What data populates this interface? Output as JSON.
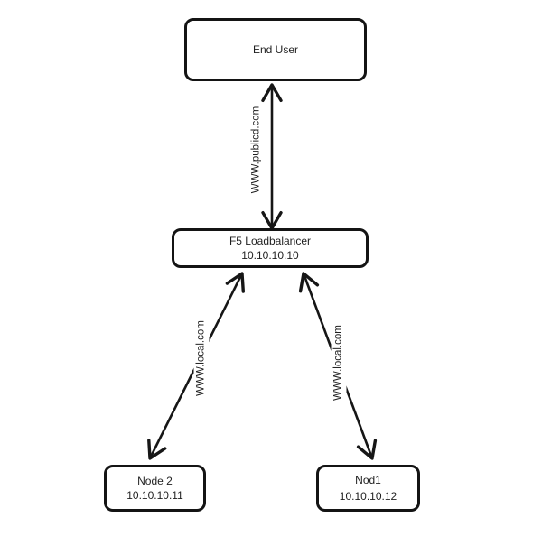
{
  "nodes": {
    "end_user": {
      "label": "End User"
    },
    "loadbalancer": {
      "name": "F5 Loadbalancer",
      "ip": "10.10.10.10"
    },
    "node2": {
      "name": "Node 2",
      "ip": "10.10.10.11"
    },
    "node1": {
      "name": "Nod1",
      "ip": "10.10.10.12"
    }
  },
  "edges": {
    "user_to_lb": {
      "label": "WWW.publicd.com"
    },
    "lb_to_node2": {
      "label": "WWW.local.com"
    },
    "lb_to_node1": {
      "label": "WWW.local.com"
    }
  },
  "colors": {
    "line": "#161616",
    "border": "#141414",
    "text": "#1f1f1f",
    "background": "#ffffff"
  }
}
